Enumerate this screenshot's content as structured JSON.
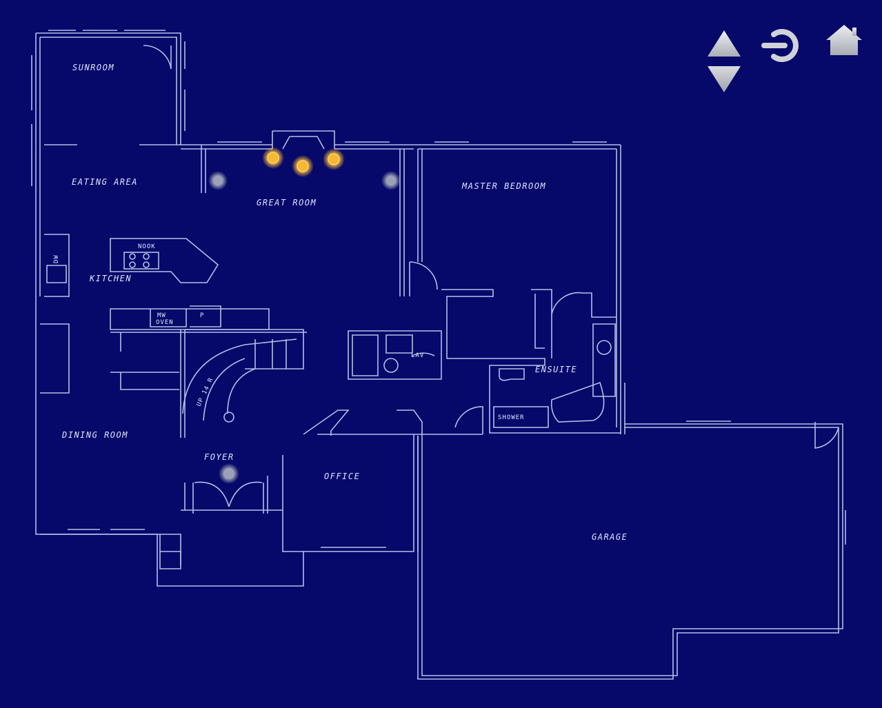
{
  "colors": {
    "background": "#06086a",
    "lines": "#c9d3f5",
    "light_on": "#f5b830",
    "light_off": "#9aa1b8",
    "controls": "#cfd2d8"
  },
  "rooms": {
    "sunroom": "SUNROOM",
    "eating_area": "EATING AREA",
    "great_room": "GREAT ROOM",
    "master_bedroom": "MASTER BEDROOM",
    "nook": "NOOK",
    "kitchen": "KITCHEN",
    "dw": "DW",
    "mw": "MW",
    "oven": "OVEN",
    "pantry": "P",
    "lav": "LAV",
    "ensuite": "ENSUITE",
    "shower": "SHOWER",
    "up": "UP 14 R",
    "dining_room": "DINING ROOM",
    "foyer": "FOYER",
    "office": "OFFICE",
    "garage": "GARAGE"
  },
  "controls": {
    "up_icon": "triangle-up-icon",
    "down_icon": "triangle-down-icon",
    "logout_icon": "logout-icon",
    "home_icon": "home-icon"
  },
  "lights": [
    {
      "name": "great-room-light-1",
      "state": "on"
    },
    {
      "name": "great-room-light-2",
      "state": "on"
    },
    {
      "name": "great-room-light-3",
      "state": "on"
    },
    {
      "name": "great-room-light-left",
      "state": "off"
    },
    {
      "name": "great-room-light-right",
      "state": "off"
    },
    {
      "name": "foyer-light",
      "state": "off"
    }
  ]
}
